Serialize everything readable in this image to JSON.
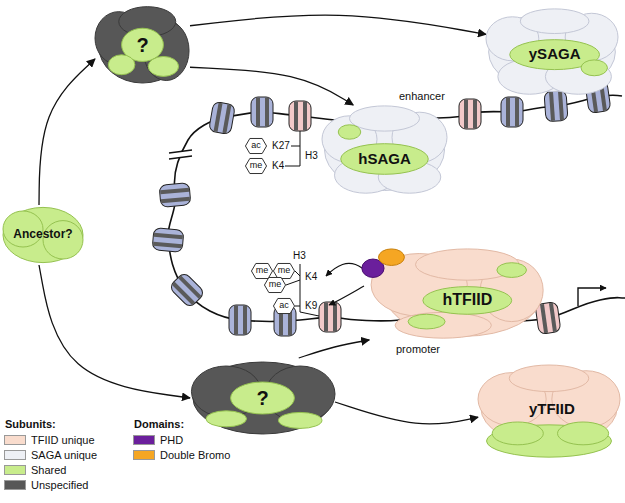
{
  "diagram": {
    "nodes": [
      {
        "text": [
          "?"
        ]
      },
      {
        "text": [
          "ySAGA"
        ]
      },
      {
        "text": [
          "hSAGA"
        ]
      },
      {
        "text": [
          "ac"
        ]
      },
      {
        "text": [
          "me"
        ]
      },
      {
        "text": [
          "Ancestor?"
        ]
      },
      {
        "text": [
          "hTFIID"
        ]
      },
      {
        "text": [
          "me"
        ]
      },
      {
        "text": [
          "me"
        ]
      },
      {
        "text": [
          "me"
        ]
      },
      {
        "text": [
          "ac"
        ]
      },
      {
        "text": [
          "?"
        ]
      },
      {
        "text": [
          "yTFIID"
        ]
      }
    ],
    "edges": [
      {
        "from": 5,
        "to": 0,
        "arrow": "to"
      },
      {
        "from": 5,
        "to": 11,
        "arrow": "to"
      },
      {
        "from": 0,
        "to": 1,
        "arrow": "to"
      },
      {
        "from": 0,
        "to": 2,
        "arrow": "to"
      },
      {
        "from": 11,
        "to": 6,
        "arrow": "to"
      },
      {
        "from": 11,
        "to": 12,
        "arrow": "to"
      }
    ],
    "labels": [
      "enhancer",
      "K27",
      "K4",
      "H3",
      "H3",
      "K4",
      "K9",
      "promoter",
      "Subunits:",
      "Domains:"
    ],
    "legend": [
      {
        "text": "TFIID unique",
        "color": "#f9dccd"
      },
      {
        "text": "SAGA unique",
        "color": "#eef0f5"
      },
      {
        "text": "Shared",
        "color": "#c8ec8c"
      },
      {
        "text": "Unspecified",
        "color": "#575757"
      },
      {
        "text": "PHD",
        "color": "#6b1f9c"
      },
      {
        "text": "Double Bromo",
        "color": "#f5a623"
      }
    ]
  }
}
